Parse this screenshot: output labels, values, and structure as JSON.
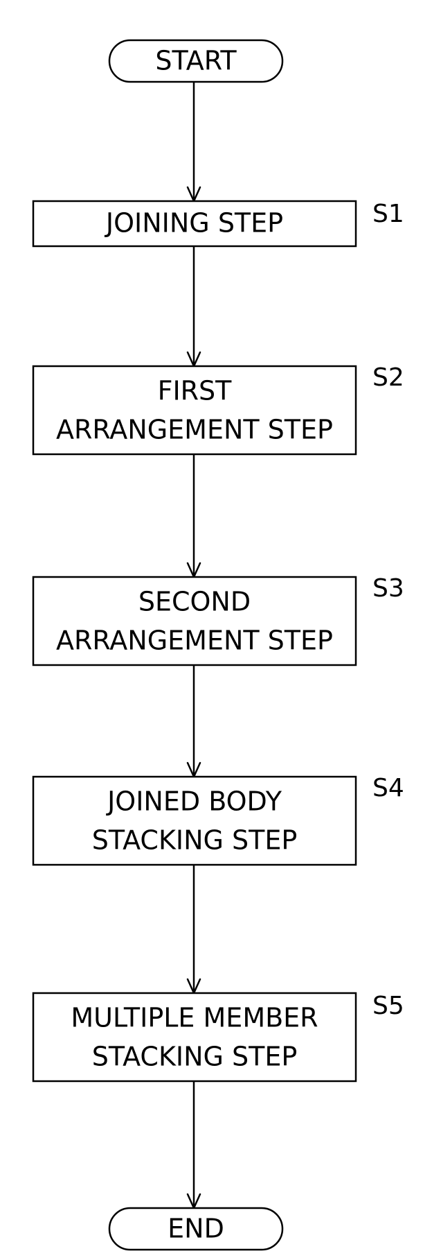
{
  "terminals": {
    "start": "START",
    "end": "END"
  },
  "steps": [
    {
      "id": "S1",
      "lines": [
        "JOINING STEP"
      ]
    },
    {
      "id": "S2",
      "lines": [
        "FIRST",
        "ARRANGEMENT STEP"
      ]
    },
    {
      "id": "S3",
      "lines": [
        "SECOND",
        "ARRANGEMENT STEP"
      ]
    },
    {
      "id": "S4",
      "lines": [
        "JOINED BODY",
        "STACKING STEP"
      ]
    },
    {
      "id": "S5",
      "lines": [
        "MULTIPLE MEMBER",
        "STACKING STEP"
      ]
    }
  ]
}
